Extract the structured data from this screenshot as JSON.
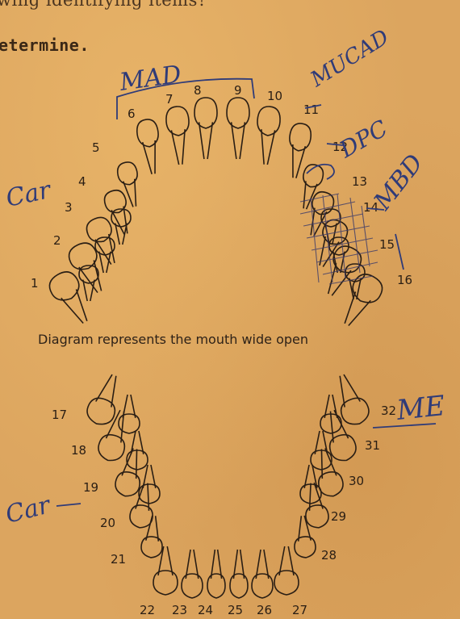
{
  "header": {
    "line1": "wing identifying items?",
    "line2": "etermine."
  },
  "caption": "Diagram represents the mouth wide open",
  "upper_teeth": [
    "1",
    "2",
    "3",
    "4",
    "5",
    "6",
    "7",
    "8",
    "9",
    "10",
    "11",
    "12",
    "13",
    "14",
    "15",
    "16"
  ],
  "lower_teeth": [
    "17",
    "18",
    "19",
    "20",
    "21",
    "22",
    "23",
    "24",
    "25",
    "26",
    "27",
    "28",
    "29",
    "30",
    "31",
    "32"
  ],
  "annotations": {
    "mad": "MAD",
    "mucad": "MUCAD",
    "dpc": "DPC",
    "mbd": "MBD",
    "car_upper": "Car",
    "car_lower": "Car",
    "me": "ME"
  },
  "colors": {
    "paper": "#dca55f",
    "ink": "#2a1e14",
    "pencil": "#2f3b78"
  }
}
